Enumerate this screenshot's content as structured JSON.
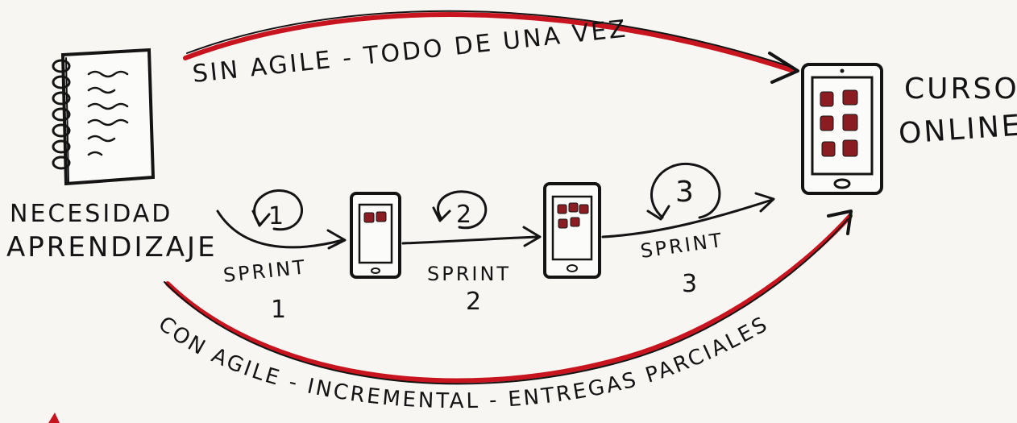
{
  "diagram": {
    "top_arrow_label": "SIN AGILE - TODO DE UNA VEZ",
    "bottom_arrow_label": "CON AGILE - INCREMENTAL - ENTREGAS PARCIALES",
    "source_label_line1": "NECESIDAD",
    "source_label_line2": "APRENDIZAJE",
    "target_label_line1": "CURSO",
    "target_label_line2": "ONLINE",
    "sprints": [
      {
        "number": "1",
        "label": "SPRINT",
        "label_number": "1"
      },
      {
        "number": "2",
        "label": "SPRINT",
        "label_number": "2"
      },
      {
        "number": "3",
        "label": "SPRINT",
        "label_number": "3"
      }
    ]
  },
  "colors": {
    "ink": "#141414",
    "accent_red": "#c8141e",
    "tile_red": "#8a1c22",
    "paper": "#f7f6f3"
  }
}
